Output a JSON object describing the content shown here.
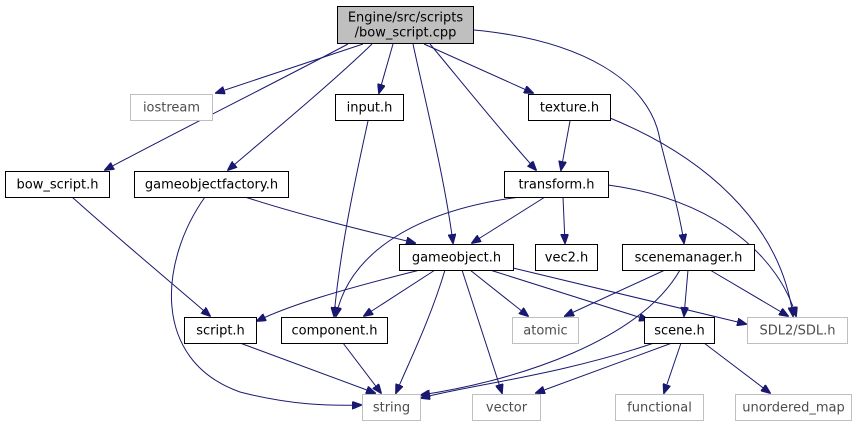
{
  "graph": {
    "colors": {
      "edge": "#191970",
      "root_fill": "#bfbfbf",
      "node_border": "#000000",
      "external_border": "#bfbfbf",
      "node_fill": "#ffffff"
    },
    "nodes": [
      {
        "id": "root",
        "lines": [
          "Engine/src/scripts",
          "/bow_script.cpp"
        ],
        "kind": "root"
      },
      {
        "id": "iostream",
        "lines": [
          "iostream"
        ],
        "kind": "external"
      },
      {
        "id": "input_h",
        "lines": [
          "input.h"
        ],
        "kind": "internal"
      },
      {
        "id": "texture_h",
        "lines": [
          "texture.h"
        ],
        "kind": "internal"
      },
      {
        "id": "bow_script_h",
        "lines": [
          "bow_script.h"
        ],
        "kind": "internal"
      },
      {
        "id": "gameobjectfactory_h",
        "lines": [
          "gameobjectfactory.h"
        ],
        "kind": "internal"
      },
      {
        "id": "transform_h",
        "lines": [
          "transform.h"
        ],
        "kind": "internal"
      },
      {
        "id": "gameobject_h",
        "lines": [
          "gameobject.h"
        ],
        "kind": "internal"
      },
      {
        "id": "vec2_h",
        "lines": [
          "vec2.h"
        ],
        "kind": "internal"
      },
      {
        "id": "scenemanager_h",
        "lines": [
          "scenemanager.h"
        ],
        "kind": "internal"
      },
      {
        "id": "script_h",
        "lines": [
          "script.h"
        ],
        "kind": "internal"
      },
      {
        "id": "component_h",
        "lines": [
          "component.h"
        ],
        "kind": "internal"
      },
      {
        "id": "atomic",
        "lines": [
          "atomic"
        ],
        "kind": "external"
      },
      {
        "id": "scene_h",
        "lines": [
          "scene.h"
        ],
        "kind": "internal"
      },
      {
        "id": "sdl_h",
        "lines": [
          "SDL2/SDL.h"
        ],
        "kind": "external"
      },
      {
        "id": "string",
        "lines": [
          "string"
        ],
        "kind": "external"
      },
      {
        "id": "vector",
        "lines": [
          "vector"
        ],
        "kind": "external"
      },
      {
        "id": "functional",
        "lines": [
          "functional"
        ],
        "kind": "external"
      },
      {
        "id": "unordered_map",
        "lines": [
          "unordered_map"
        ],
        "kind": "external"
      }
    ],
    "edges": [
      {
        "from": "root",
        "to": "iostream"
      },
      {
        "from": "root",
        "to": "input_h"
      },
      {
        "from": "root",
        "to": "texture_h"
      },
      {
        "from": "root",
        "to": "bow_script_h"
      },
      {
        "from": "root",
        "to": "gameobjectfactory_h"
      },
      {
        "from": "root",
        "to": "transform_h"
      },
      {
        "from": "root",
        "to": "gameobject_h"
      },
      {
        "from": "root",
        "to": "scenemanager_h"
      },
      {
        "from": "input_h",
        "to": "component_h"
      },
      {
        "from": "texture_h",
        "to": "transform_h"
      },
      {
        "from": "texture_h",
        "to": "sdl_h"
      },
      {
        "from": "bow_script_h",
        "to": "script_h"
      },
      {
        "from": "gameobjectfactory_h",
        "to": "gameobject_h"
      },
      {
        "from": "gameobjectfactory_h",
        "to": "string"
      },
      {
        "from": "transform_h",
        "to": "gameobject_h"
      },
      {
        "from": "transform_h",
        "to": "vec2_h"
      },
      {
        "from": "transform_h",
        "to": "component_h"
      },
      {
        "from": "transform_h",
        "to": "sdl_h"
      },
      {
        "from": "gameobject_h",
        "to": "script_h"
      },
      {
        "from": "gameobject_h",
        "to": "component_h"
      },
      {
        "from": "gameobject_h",
        "to": "atomic"
      },
      {
        "from": "gameobject_h",
        "to": "scene_h"
      },
      {
        "from": "gameobject_h",
        "to": "sdl_h"
      },
      {
        "from": "gameobject_h",
        "to": "string"
      },
      {
        "from": "gameobject_h",
        "to": "vector"
      },
      {
        "from": "scenemanager_h",
        "to": "scene_h"
      },
      {
        "from": "scenemanager_h",
        "to": "atomic"
      },
      {
        "from": "scenemanager_h",
        "to": "sdl_h"
      },
      {
        "from": "scenemanager_h",
        "to": "string"
      },
      {
        "from": "script_h",
        "to": "string"
      },
      {
        "from": "component_h",
        "to": "string"
      },
      {
        "from": "scene_h",
        "to": "string"
      },
      {
        "from": "scene_h",
        "to": "vector"
      },
      {
        "from": "scene_h",
        "to": "functional"
      },
      {
        "from": "scene_h",
        "to": "unordered_map"
      }
    ]
  }
}
